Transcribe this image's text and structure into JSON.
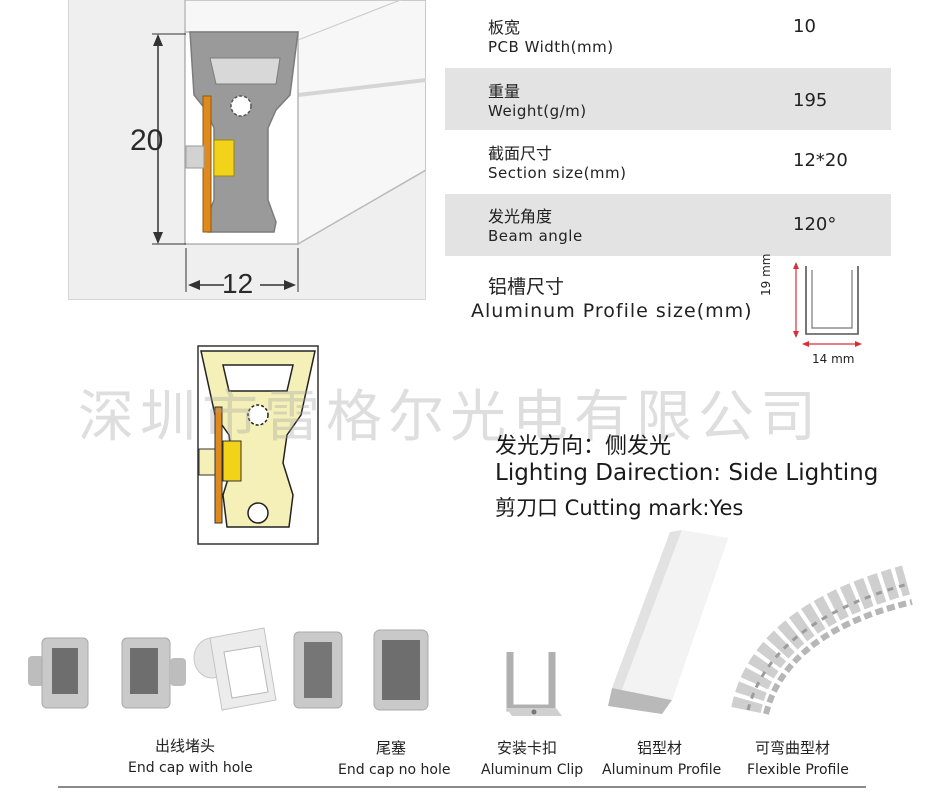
{
  "drawing": {
    "height_label": "20",
    "width_label": "12"
  },
  "specs": [
    {
      "cn": "板宽",
      "en": "PCB Width(mm)",
      "value": "10"
    },
    {
      "cn": "重量",
      "en": "Weight(g/m)",
      "value": "195"
    },
    {
      "cn": "截面尺寸",
      "en": "Section size(mm)",
      "value": "12*20"
    },
    {
      "cn": "发光角度",
      "en": "Beam angle",
      "value": "120°"
    }
  ],
  "aluminum": {
    "cn": "铝槽尺寸",
    "en": "Aluminum Profile size(mm)",
    "height_label": "19 mm",
    "width_label": "14 mm"
  },
  "watermark": "深圳市雷格尔光电有限公司",
  "lighting": {
    "line1": "发光方向：侧发光",
    "line2": "Lighting Dairection: Side Lighting",
    "line3": "剪刀口 Cutting mark:Yes"
  },
  "accessories": [
    {
      "cn": "出线堵头",
      "en": "End cap with hole"
    },
    {
      "cn": "尾塞",
      "en": "End cap no hole"
    },
    {
      "cn": "安装卡扣",
      "en": "Aluminum Clip"
    },
    {
      "cn": "铝型材",
      "en": "Aluminum Profile"
    },
    {
      "cn": "可弯曲型材",
      "en": "Flexible Profile"
    }
  ],
  "colors": {
    "profile_gray": "#9a9a9a",
    "led_yellow": "#f3d21a",
    "pcb_orange": "#e08a1e",
    "glow_yellow": "#f5f0b8",
    "dim_red": "#d4303a"
  }
}
